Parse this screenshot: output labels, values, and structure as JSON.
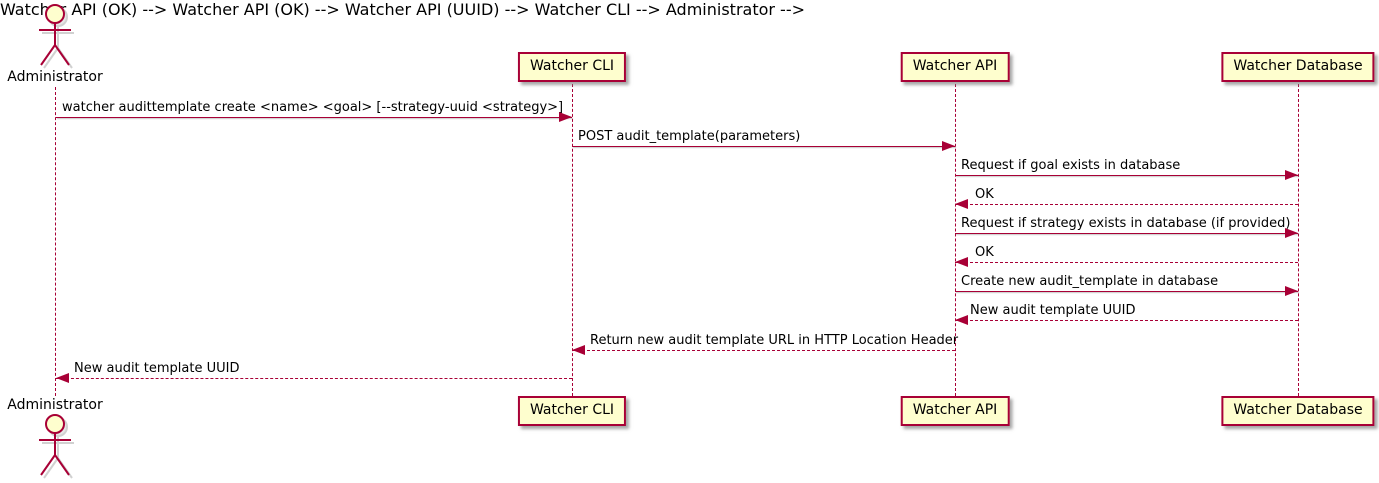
{
  "diagram": {
    "type": "sequence-diagram",
    "colors": {
      "accent": "#A80036",
      "participant_fill": "#FEFECE",
      "text": "#000000",
      "background": "#FFFFFF"
    },
    "actor": {
      "name": "Administrator"
    },
    "participants": [
      {
        "label": "Watcher CLI"
      },
      {
        "label": "Watcher API"
      },
      {
        "label": "Watcher Database"
      }
    ],
    "messages": [
      {
        "from": "Administrator",
        "to": "Watcher CLI",
        "line": "solid",
        "label": "watcher audittemplate create <name> <goal> [--strategy-uuid <strategy>]"
      },
      {
        "from": "Watcher CLI",
        "to": "Watcher API",
        "line": "solid",
        "label": "POST audit_template(parameters)"
      },
      {
        "from": "Watcher API",
        "to": "Watcher Database",
        "line": "solid",
        "label": "Request if goal exists in database"
      },
      {
        "from": "Watcher Database",
        "to": "Watcher API",
        "line": "dashed",
        "label": "OK"
      },
      {
        "from": "Watcher API",
        "to": "Watcher Database",
        "line": "solid",
        "label": "Request if strategy exists in database (if provided)"
      },
      {
        "from": "Watcher Database",
        "to": "Watcher API",
        "line": "dashed",
        "label": "OK"
      },
      {
        "from": "Watcher API",
        "to": "Watcher Database",
        "line": "solid",
        "label": "Create new audit_template in database"
      },
      {
        "from": "Watcher Database",
        "to": "Watcher API",
        "line": "dashed",
        "label": "New audit template UUID"
      },
      {
        "from": "Watcher API",
        "to": "Watcher CLI",
        "line": "dashed",
        "label": "Return new audit template URL in HTTP Location Header"
      },
      {
        "from": "Watcher CLI",
        "to": "Administrator",
        "line": "dashed",
        "label": "New audit template UUID"
      }
    ]
  }
}
